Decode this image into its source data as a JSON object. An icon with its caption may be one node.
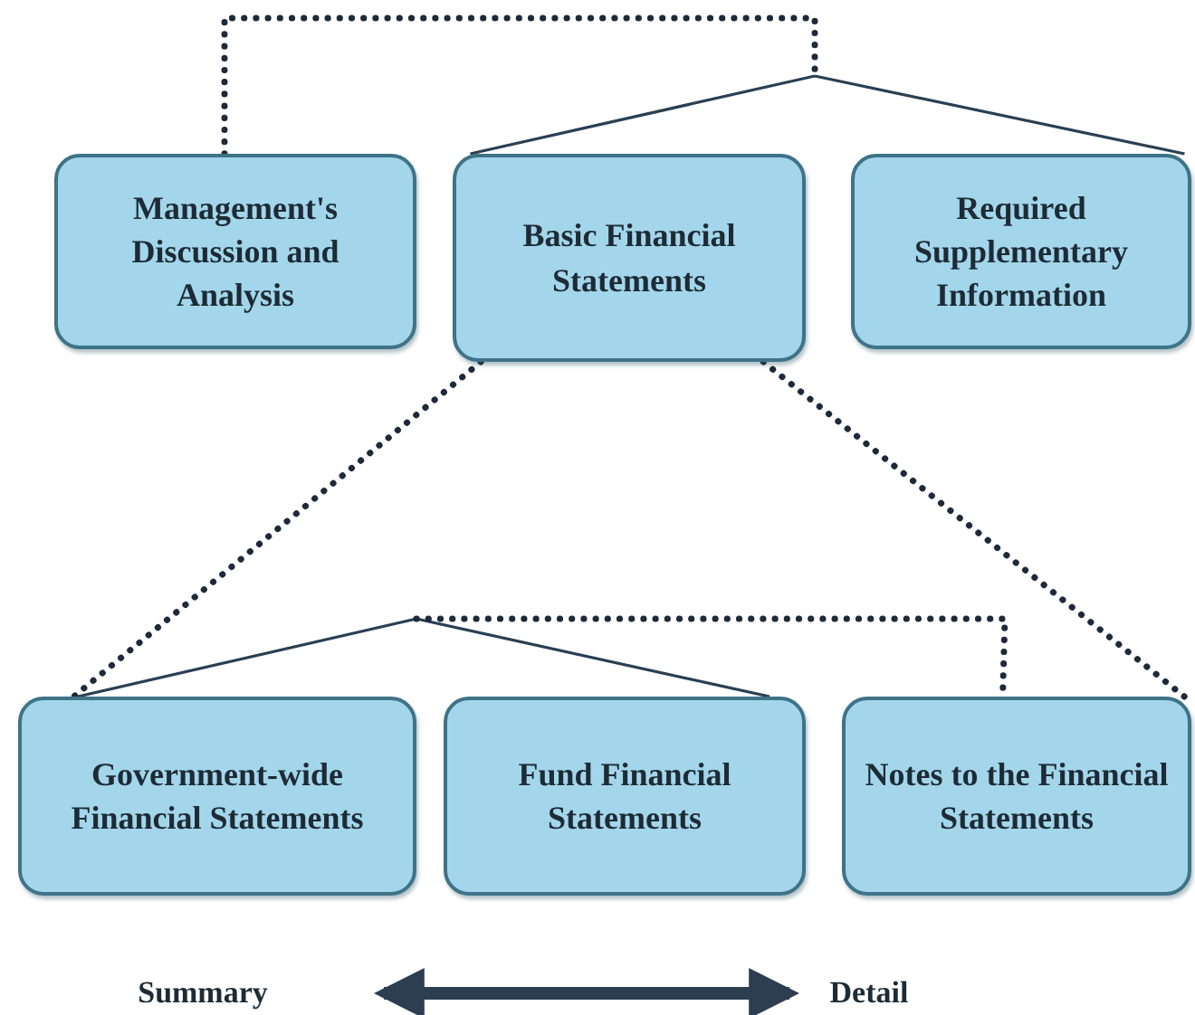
{
  "diagram": {
    "nodes": [
      {
        "text": [
          "Management's Discussion and Analysis"
        ]
      },
      {
        "text": [
          "Basic Financial Statements"
        ]
      },
      {
        "text": [
          "Required Supplementary Information"
        ]
      },
      {
        "text": [
          "Government-wide Financial Statements"
        ]
      },
      {
        "text": [
          "Fund Financial Statements"
        ]
      },
      {
        "text": [
          "Notes to the Financial Statements"
        ]
      },
      {
        "text": [
          "Summary"
        ]
      },
      {
        "text": [
          "Detail"
        ]
      }
    ],
    "edges": [
      {
        "from": 0,
        "to": null,
        "arrow": "none",
        "style": "dashed"
      },
      {
        "from": null,
        "to": 1,
        "arrow": "none"
      },
      {
        "from": null,
        "to": 2,
        "arrow": "none"
      },
      {
        "from": 1,
        "to": 3,
        "arrow": "none",
        "style": "dashed"
      },
      {
        "from": 1,
        "to": 5,
        "arrow": "none",
        "style": "dashed"
      },
      {
        "from": null,
        "to": 3,
        "arrow": "none"
      },
      {
        "from": null,
        "to": 4,
        "arrow": "none"
      },
      {
        "from": null,
        "to": 5,
        "arrow": "none",
        "style": "dashed"
      },
      {
        "from": 6,
        "to": 7,
        "arrow": "both",
        "style": "thick"
      }
    ]
  }
}
